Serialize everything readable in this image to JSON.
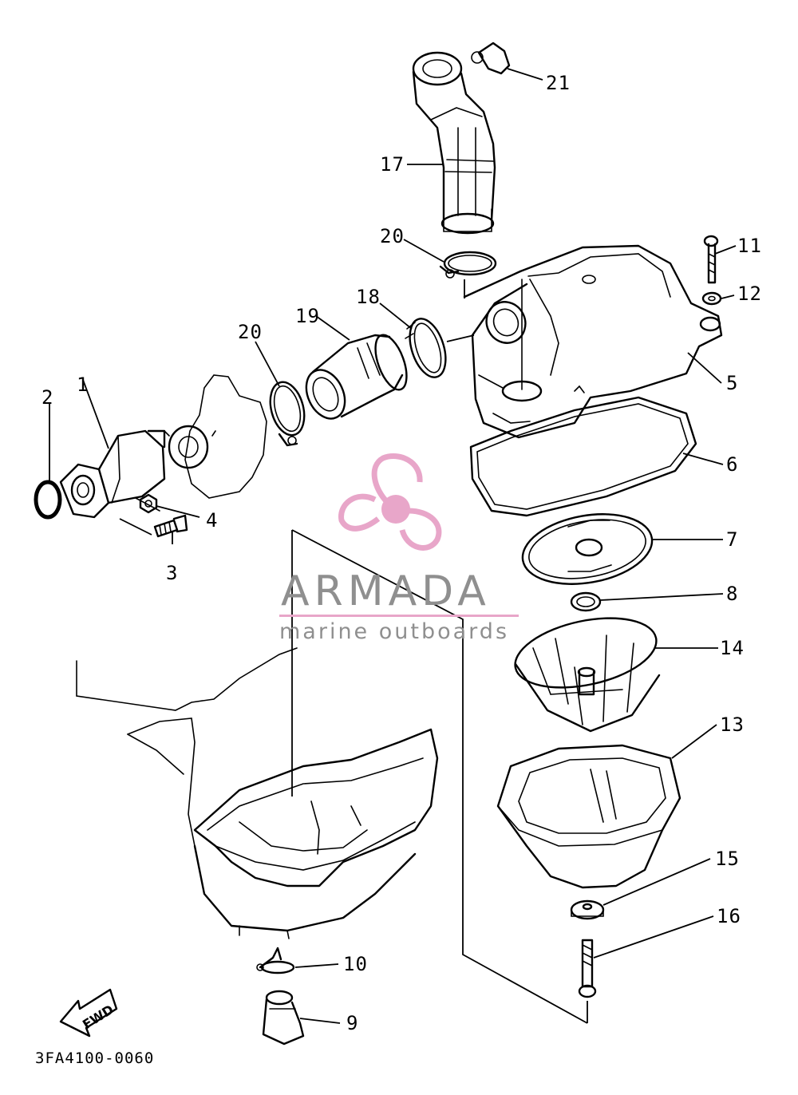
{
  "diagram": {
    "callouts": {
      "p1": "1",
      "p2": "2",
      "p3": "3",
      "p4": "4",
      "p5": "5",
      "p6": "6",
      "p7": "7",
      "p8": "8",
      "p9": "9",
      "p10": "10",
      "p11": "11",
      "p12": "12",
      "p13": "13",
      "p14": "14",
      "p15": "15",
      "p16": "16",
      "p17": "17",
      "p18": "18",
      "p19": "19",
      "p20a": "20",
      "p20b": "20",
      "p21": "21"
    },
    "fwd_label": "FWD",
    "diagram_code": "3FA4100-0060"
  },
  "watermark": {
    "title": "ARMADA",
    "subtitle": "marine outboards",
    "logo_color": "#e8a6c9",
    "rule_color": "#e8a6c9",
    "text_color": "#8f8f8f"
  }
}
